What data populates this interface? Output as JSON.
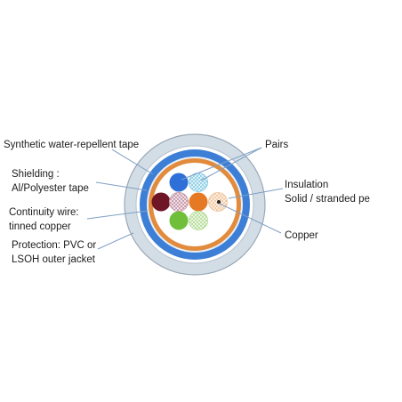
{
  "labels": {
    "tape": "Synthetic water-repellent tape",
    "pairs": "Pairs",
    "shielding_1": "Shielding :",
    "shielding_2": "Al/Polyester tape",
    "insulation_1": "Insulation",
    "insulation_2": "Solid / stranded pe",
    "continuity_1": "Continuity wire:",
    "continuity_2": "tinned copper",
    "copper": "Copper",
    "protection_1": "Protection: PVC or",
    "protection_2": "LSOH outer jacket"
  },
  "colors": {
    "outer_jacket": "#d3dde6",
    "outer_jacket_edge": "#9aa9b7",
    "blue_tape": "#3d7fd6",
    "orange_shield": "#e28b3c",
    "core_fill": "#ffffff",
    "leader_line": "#7f9fc4",
    "pair_blue": "#2f6fd8",
    "pair_blue_hatched": "#8fd0e6",
    "pair_brown": "#6e1526",
    "pair_brown_hatched": "#c89aaa",
    "pair_orange": "#e67a24",
    "pair_orange_hatched": "#f2c8a2",
    "pair_green": "#6fbf3a",
    "pair_green_hatched": "#b9df9c"
  }
}
